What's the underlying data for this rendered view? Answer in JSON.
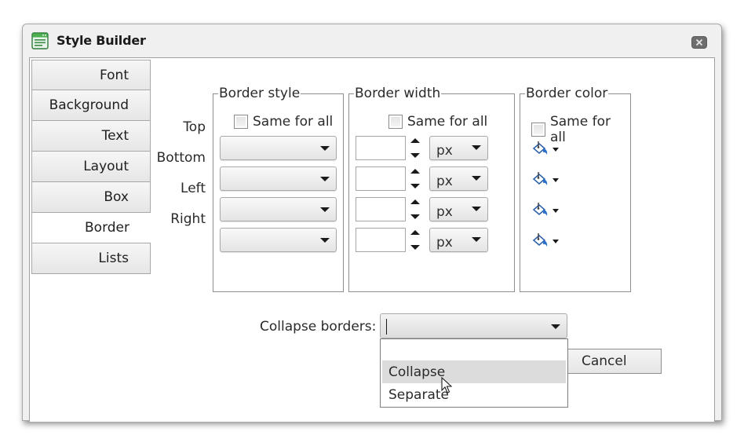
{
  "window": {
    "title": "Style Builder",
    "icon": "style-builder-app-icon",
    "close_icon": "close-icon"
  },
  "tabs": [
    {
      "label": "Font",
      "active": false
    },
    {
      "label": "Background",
      "active": false
    },
    {
      "label": "Text",
      "active": false
    },
    {
      "label": "Layout",
      "active": false
    },
    {
      "label": "Box",
      "active": false
    },
    {
      "label": "Border",
      "active": true
    },
    {
      "label": "Lists",
      "active": false
    }
  ],
  "sides": [
    "Top",
    "Bottom",
    "Left",
    "Right"
  ],
  "border_style": {
    "legend": "Border style",
    "same_for_all_label": "Same for all",
    "same_for_all_checked": false,
    "values": [
      "",
      "",
      "",
      ""
    ]
  },
  "border_width": {
    "legend": "Border width",
    "same_for_all_label": "Same for all",
    "same_for_all_checked": false,
    "values": [
      "",
      "",
      "",
      ""
    ],
    "units": [
      "px",
      "px",
      "px",
      "px"
    ]
  },
  "border_color": {
    "legend": "Border color",
    "same_for_all_label": "Same for all",
    "same_for_all_checked": false,
    "icon": "paint-bucket-icon"
  },
  "collapse_borders": {
    "label": "Collapse borders:",
    "value": "",
    "options": [
      "",
      "Collapse",
      "Separate"
    ],
    "hovered_option": "Collapse"
  },
  "buttons": {
    "cancel": "Cancel"
  },
  "colors": {
    "accent_blue": "#2a6fc9",
    "hover_gray": "#dcdcdc",
    "close_button": "#6e6e6e",
    "app_icon_green": "#3d9c4a"
  }
}
